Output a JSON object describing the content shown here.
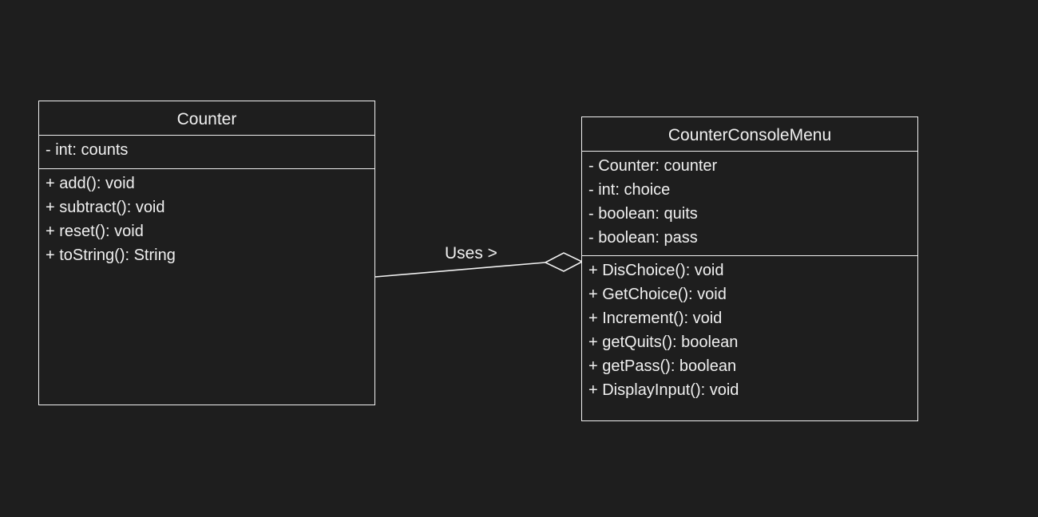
{
  "classes": {
    "counter": {
      "name": "Counter",
      "attributes": [
        "- int: counts"
      ],
      "methods": [
        "+ add(): void",
        "+ subtract(): void",
        "+ reset(): void",
        "+ toString(): String"
      ]
    },
    "menu": {
      "name": "CounterConsoleMenu",
      "attributes": [
        "- Counter: counter",
        "- int: choice",
        "- boolean: quits",
        "- boolean: pass"
      ],
      "methods": [
        "+ DisChoice(): void",
        "+ GetChoice(): void",
        "+ Increment(): void",
        "+ getQuits(): boolean",
        "+ getPass(): boolean",
        "+ DisplayInput(): void"
      ]
    }
  },
  "relationship": {
    "label": "Uses >",
    "type": "aggregation"
  },
  "colors": {
    "background": "#1e1e1e",
    "stroke": "#f0f0f0"
  }
}
